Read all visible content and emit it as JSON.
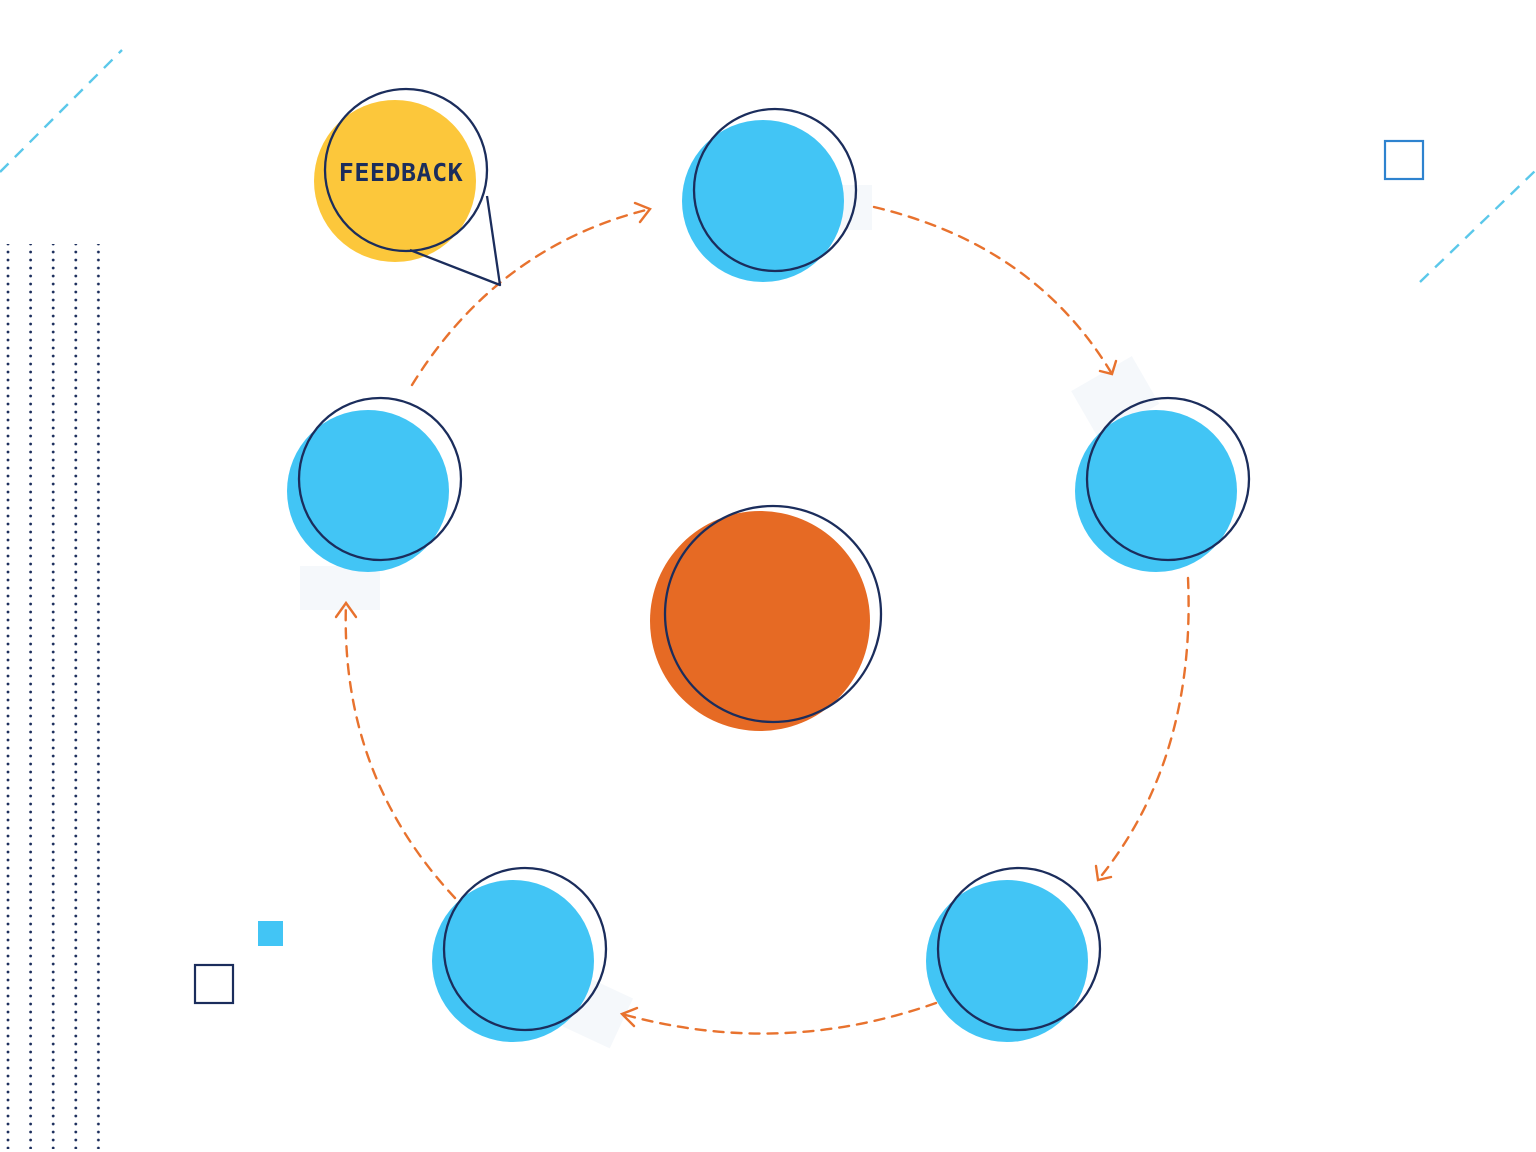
{
  "feedback_bubble": {
    "label": "FEEDBACK"
  },
  "colors": {
    "background": "#ffffff",
    "node_fill": "#42c5f5",
    "center_fill": "#e66a24",
    "bubble_fill": "#fcc73b",
    "outline": "#1b2d5c",
    "arrow": "#e8722e",
    "accent_line": "#5bc8ea",
    "dots": "#1b2d5c"
  },
  "cycle": {
    "node_count": 5,
    "direction": "clockwise",
    "has_center_node": true
  }
}
